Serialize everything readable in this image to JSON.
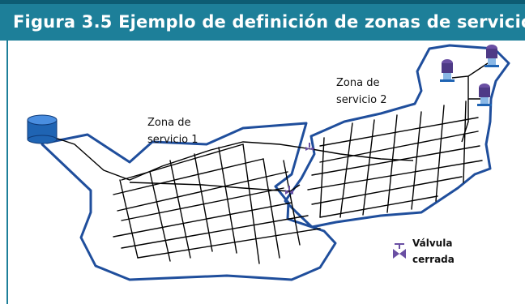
{
  "figure": {
    "title": "Figura 3.5 Ejemplo de definición de zonas de servicio"
  },
  "labels": {
    "zone1_line1": "Zona de",
    "zone1_line2": "servicio 1",
    "zone2_line1": "Zona de",
    "zone2_line2": "servicio 2"
  },
  "legend": {
    "valve_line1": "Válvula",
    "valve_line2": "cerrada"
  },
  "colors": {
    "title_bar": "#1d7f99",
    "zone_boundary": "#1f4e9c",
    "valve": "#6a4fa3",
    "tank": "#1f64b3",
    "pump": "#6a4fa3",
    "pipes": "#000000"
  },
  "icons": {
    "tank": "storage-tank-icon",
    "pump": "pump-station-icon",
    "valve": "closed-valve-icon"
  }
}
